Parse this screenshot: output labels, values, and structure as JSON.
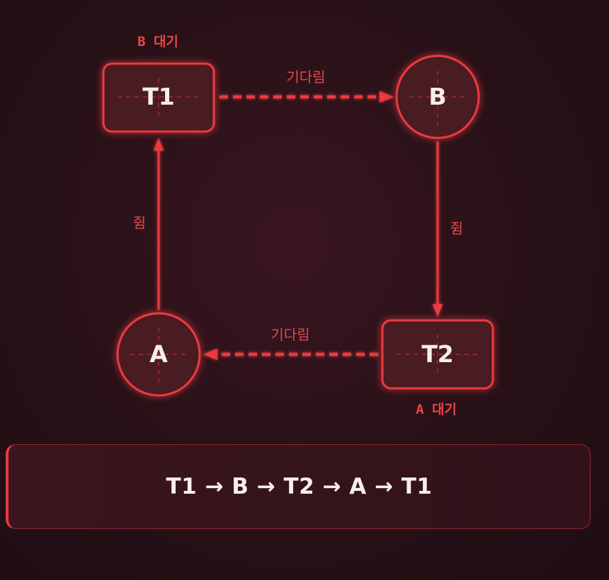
{
  "nodes": {
    "t1": {
      "label": "T1",
      "kind": "thread"
    },
    "b": {
      "label": "B",
      "kind": "resource"
    },
    "t2": {
      "label": "T2",
      "kind": "thread"
    },
    "a": {
      "label": "A",
      "kind": "resource"
    }
  },
  "edges": {
    "t1_to_b": {
      "label": "기다림",
      "style": "dashed"
    },
    "b_to_t2": {
      "label": "쥠",
      "style": "solid"
    },
    "t2_to_a": {
      "label": "기다림",
      "style": "dashed"
    },
    "a_to_t1": {
      "label": "쥠",
      "style": "solid"
    }
  },
  "wait_notes": {
    "t1": "B 대기",
    "t2": "A 대기"
  },
  "cycle": "T1 → B → T2 → A → T1",
  "colors": {
    "accent": "#ea3a40",
    "node_fill": "#4a1a22",
    "text": "#f6eeee",
    "background": "#2a1118"
  }
}
